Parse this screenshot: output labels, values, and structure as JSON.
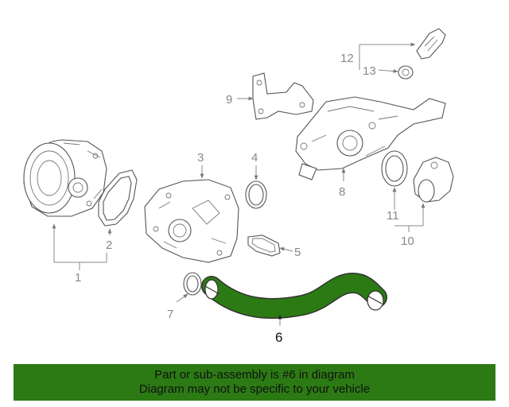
{
  "callouts": {
    "c1": "1",
    "c2": "2",
    "c3": "3",
    "c4": "4",
    "c5": "5",
    "c6": "6",
    "c7": "7",
    "c8": "8",
    "c9": "9",
    "c10": "10",
    "c11": "11",
    "c12": "12",
    "c13": "13"
  },
  "highlight_color": "#2c7a14",
  "banner": {
    "line1": "Part or sub-assembly is #6 in diagram",
    "line2": "Diagram may not be specific to your vehicle"
  }
}
